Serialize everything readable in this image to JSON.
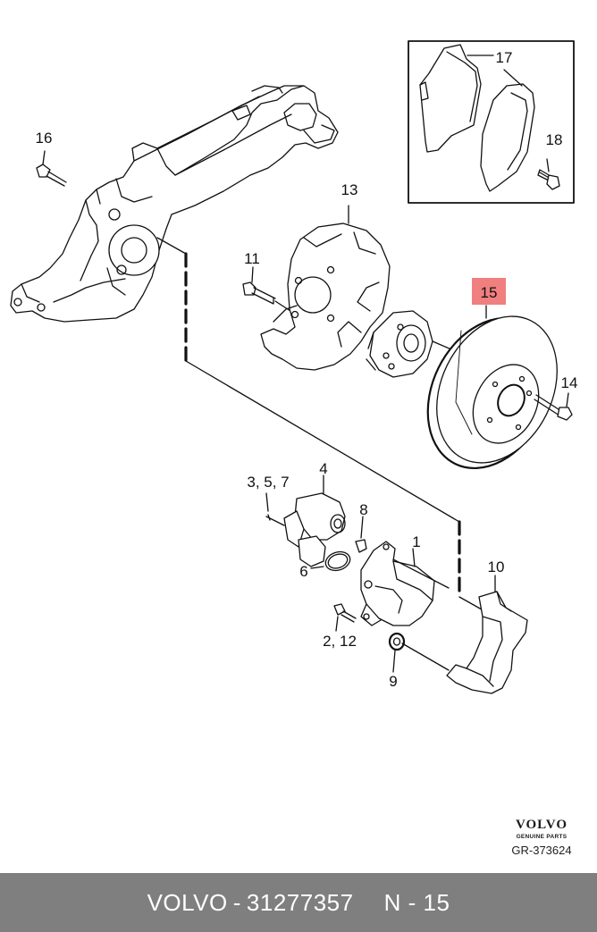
{
  "callouts": {
    "c1": "1",
    "c2_12": "2, 12",
    "c3_5_7": "3, 5, 7",
    "c4": "4",
    "c6": "6",
    "c8": "8",
    "c9": "9",
    "c10": "10",
    "c11": "11",
    "c13": "13",
    "c14": "14",
    "c15": "15",
    "c16": "16",
    "c17": "17",
    "c18": "18"
  },
  "highlight_color": "#f07f7f",
  "brand": {
    "logo": "VOLVO",
    "sub": "GENUINE PARTS"
  },
  "drawing_ref": "GR-373624",
  "footer": {
    "brand": "VOLVO",
    "sep": "-",
    "part_number": "31277357",
    "position": "N - 15"
  }
}
